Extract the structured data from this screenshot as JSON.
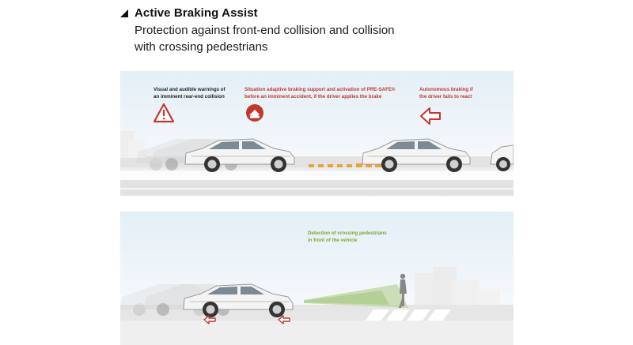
{
  "header": {
    "title": "Active Braking Assist",
    "subtitle_line1": "Protection against front-end collision and collision",
    "subtitle_line2": "with crossing pedestrians"
  },
  "top_panel": {
    "warning": {
      "line1": "Visual and audible warnings of",
      "line2": "an imminent rear-end collision",
      "icon": "warning-triangle-icon"
    },
    "braking": {
      "line1": "Situation adaptive braking support and activation of PRE-SAFE®",
      "line2": "before an imminent accident, if the driver applies the brake",
      "icon": "brake-pedal-icon"
    },
    "autonomous": {
      "line1": "Autonomous braking if",
      "line2": "the driver fails to react",
      "icon": "arrow-left-icon"
    }
  },
  "bottom_panel": {
    "pedestrian": {
      "line1": "Detection of crossing pedestrians",
      "line2": "in front of the vehicle"
    }
  },
  "colors": {
    "accent_red": "#c0392b",
    "detection_green": "#7aa832",
    "hazard_orange": "#e8a33b"
  }
}
